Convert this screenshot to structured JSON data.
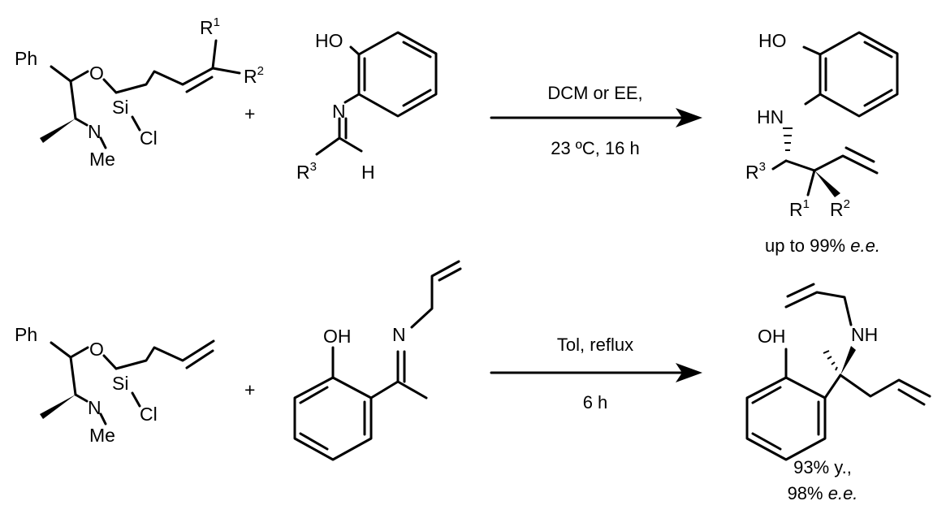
{
  "reaction_1": {
    "reagent": {
      "atoms": {
        "ph": "Ph",
        "o": "O",
        "si": "Si",
        "n": "N",
        "me": "Me",
        "cl": "Cl",
        "r": "R",
        "sub1": "1",
        "sub2": "2"
      }
    },
    "plus": "+",
    "substrate": {
      "atoms": {
        "ho": "HO",
        "n": "N",
        "r": "R",
        "sub3": "3",
        "h": "H"
      }
    },
    "conditions": {
      "above": "DCM or EE,",
      "below": "23 ºC, 16 h"
    },
    "product": {
      "atoms": {
        "ho": "HO",
        "hn": "HN",
        "r": "R",
        "sub1": "1",
        "sub2": "2",
        "sub3": "3"
      },
      "result": {
        "prefix": "up to 99% ",
        "ee": "e.e."
      }
    }
  },
  "reaction_2": {
    "reagent": {
      "atoms": {
        "ph": "Ph",
        "o": "O",
        "si": "Si",
        "n": "N",
        "me": "Me",
        "cl": "Cl"
      }
    },
    "plus": "+",
    "substrate": {
      "atoms": {
        "oh": "OH",
        "n": "N"
      }
    },
    "conditions": {
      "above": "Tol,  reflux",
      "below": "6 h"
    },
    "product": {
      "atoms": {
        "oh": "OH",
        "nh": "NH"
      },
      "result": {
        "line1": "93% y.,",
        "line2_prefix": "98% ",
        "ee": "e.e."
      }
    }
  }
}
